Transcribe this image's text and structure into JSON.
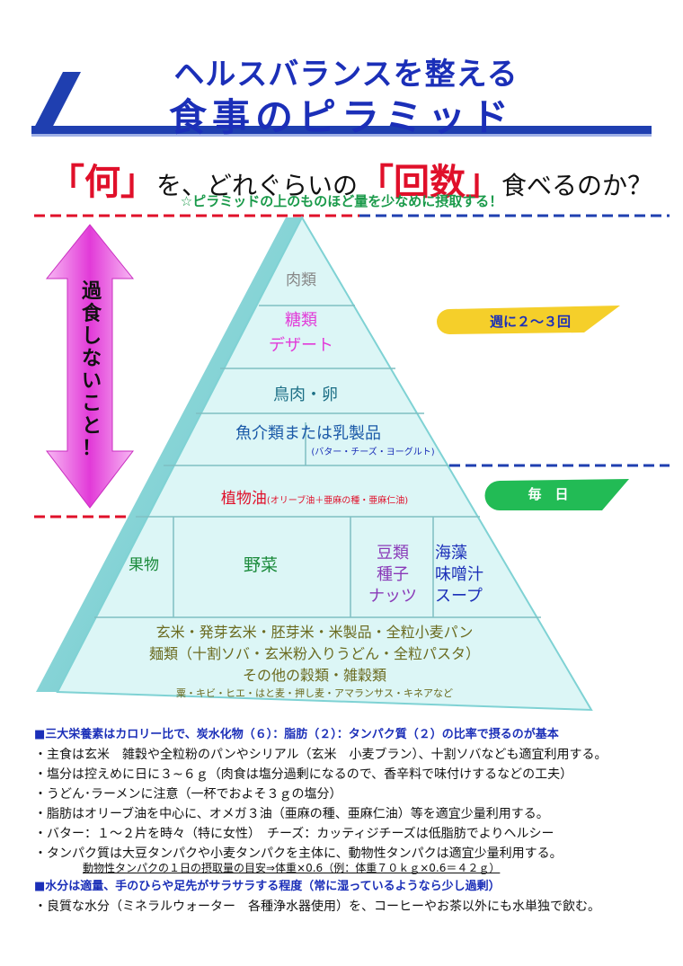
{
  "header": {
    "title_line1": "ヘルスバランスを整える",
    "title_line2": "食事のピラミッド",
    "subhead_part1": "「何」",
    "subhead_part2": "を、どれぐらいの",
    "subhead_part3": "「回数」",
    "subhead_part4": "食べるのか？",
    "note": "☆ピラミッドの上のものほど量を少なめに摂取する！"
  },
  "side_arrow": {
    "text_chars": [
      "過",
      "食",
      "し",
      "な",
      "い",
      "こ",
      "と",
      "！"
    ]
  },
  "badges": {
    "weekly": "週に２～３回",
    "daily": "毎　日"
  },
  "pyramid": {
    "tier_meat": "肉類",
    "tier_sugar_1": "糖類",
    "tier_sugar_2": "デザート",
    "tier_chicken": "鳥肉・卵",
    "tier_fish": "魚介類または乳製品",
    "tier_fish_note": "(バター・チーズ・ヨーグルト)",
    "tier_oil": "植物油",
    "tier_oil_note": "(オリーブ油＋亜麻の種・亜麻仁油)",
    "fruit": "果物",
    "vegetables": "野菜",
    "beans_1": "豆類",
    "beans_2": "種子",
    "beans_3": "ナッツ",
    "seaweed_1": "海藻",
    "seaweed_2": "味噌汁",
    "seaweed_3": "スープ",
    "grain_1": "玄米・発芽玄米・胚芽米・米製品・全粒小麦パン",
    "grain_2": "麺類（十割ソバ・玄米粉入りうどん・全粒パスタ）",
    "grain_3": "その他の穀類・雑穀類",
    "grain_4": "粟・キビ・ヒエ・はと麦・押し麦・アマランサス・キネアなど"
  },
  "notes": {
    "heading1": "■三大栄養素はカロリー比で、炭水化物（６）：脂肪（２）：タンパク質（２）の比率で摂るのが基本",
    "bullets1": [
      "主食は玄米　雑穀や全粒粉のパンやシリアル（玄米　小麦ブラン）、十割ソバなども適宜利用する。",
      "塩分は控えめに日に３~６ｇ（肉食は塩分過剰になるので、香辛料で味付けするなどの工夫）",
      "うどん･ラーメンに注意（一杯でおよそ３ｇの塩分）",
      "脂肪はオリーブ油を中心に、オメガ３油（亜麻の種、亜麻仁油）等を適宜少量利用する。",
      "バター：１～２片を時々（特に女性）　チーズ：カッティジチーズは低脂肪でよりヘルシー",
      "タンパク質は大豆タンパクや小麦タンパクを主体に、動物性タンパクは適宜少量利用する。"
    ],
    "protein_sub": "動物性タンパクの１日の摂取量の目安⇒体重×0.6（例：体重７０ｋｇ×0.6＝４２ｇ）",
    "heading2": "■水分は適量、手のひらや足先がサラサラする程度（常に湿っているようなら少し過剰）",
    "bullet2": "良質な水分（ミネラルウォーター　各種浄水器使用）を、コーヒーやお茶以外にも水単独で飲む。"
  },
  "colors": {
    "title_blue": "#1b2fb8",
    "red": "#e0102a",
    "green": "#1a9a4a",
    "pyramid_fill": "#dcf6f6",
    "pyramid_edge": "#7fd2d4",
    "badge_yellow": "#f5cf2a",
    "badge_green": "#22bb55",
    "arrow_magenta": "#e23ad8"
  }
}
